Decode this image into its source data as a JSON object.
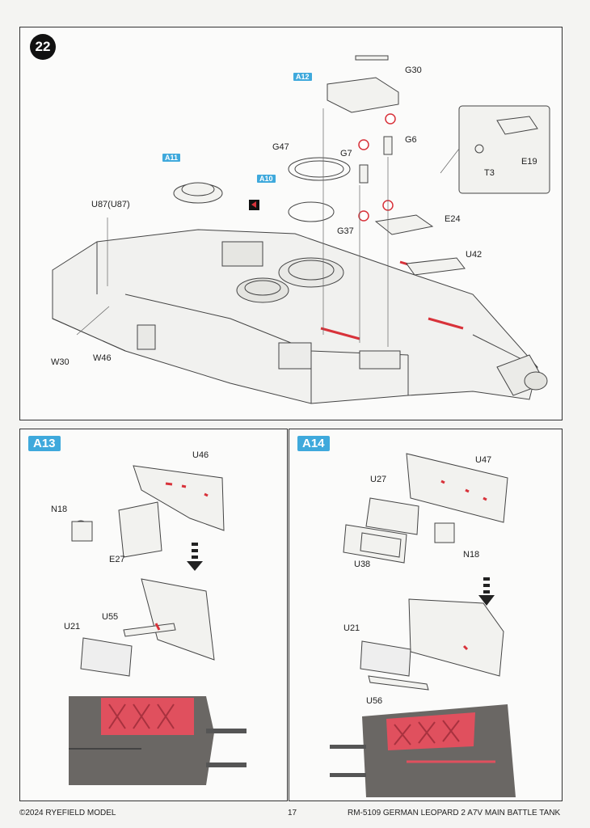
{
  "step": {
    "number": "22",
    "tags": {
      "a12": "A12",
      "a11": "A11",
      "a10": "A10"
    },
    "labels": {
      "g30": "G30",
      "g6": "G6",
      "g7": "G7",
      "g47": "G47",
      "u87": "U87(U87)",
      "g37": "G37",
      "e24": "E24",
      "u42": "U42",
      "t3": "T3",
      "e19": "E19",
      "w30": "W30",
      "w46": "W46"
    }
  },
  "subassembly_a13": {
    "badge": "A13",
    "labels": {
      "u46": "U46",
      "n18": "N18",
      "e27": "E27",
      "u55": "U55",
      "u21": "U21"
    }
  },
  "subassembly_a14": {
    "badge": "A14",
    "labels": {
      "u47": "U47",
      "u27": "U27",
      "n18": "N18",
      "u38": "U38",
      "u21": "U21",
      "u56": "U56"
    }
  },
  "footer": {
    "copyright": "©2024 RYEFIELD MODEL",
    "page": "17",
    "product": "RM-5109 GERMAN LEOPARD  2 A7V MAIN BATTLE TANK"
  },
  "colors": {
    "accent": "#3fa9dc",
    "highlight": "#d8323a",
    "photo_red": "#e0505e"
  }
}
